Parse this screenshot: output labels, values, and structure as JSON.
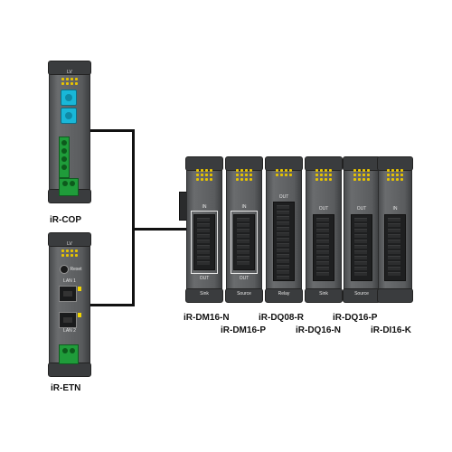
{
  "modules": {
    "cop": {
      "name": "iR-COP",
      "led_label": "LV"
    },
    "etn": {
      "name": "iR-ETN",
      "led_label": "LV",
      "reset_label": "Reset",
      "lan1_label": "LAN 1",
      "lan2_label": "LAN 2"
    },
    "io": [
      {
        "name": "iR-DM16-N",
        "top_label": "IN",
        "mid_label": "OUT",
        "bottom_label": "Sink"
      },
      {
        "name": "iR-DM16-P",
        "top_label": "IN",
        "mid_label": "OUT",
        "bottom_label": "Source"
      },
      {
        "name": "iR-DQ08-R",
        "top_label": "OUT",
        "mid_label": "",
        "bottom_label": "Relay"
      },
      {
        "name": "iR-DQ16-N",
        "top_label": "OUT",
        "mid_label": "",
        "bottom_label": "Sink"
      },
      {
        "name": "iR-DQ16-P",
        "top_label": "OUT",
        "mid_label": "",
        "bottom_label": "Source"
      },
      {
        "name": "iR-DI16-K",
        "top_label": "IN",
        "mid_label": "",
        "bottom_label": ""
      }
    ]
  },
  "colors": {
    "cable": "#111111",
    "housing": "#5a5c5e",
    "led_yellow": "#e8c400",
    "rotary_blue": "#19b7d8",
    "terminal_green": "#1f9c3a"
  }
}
